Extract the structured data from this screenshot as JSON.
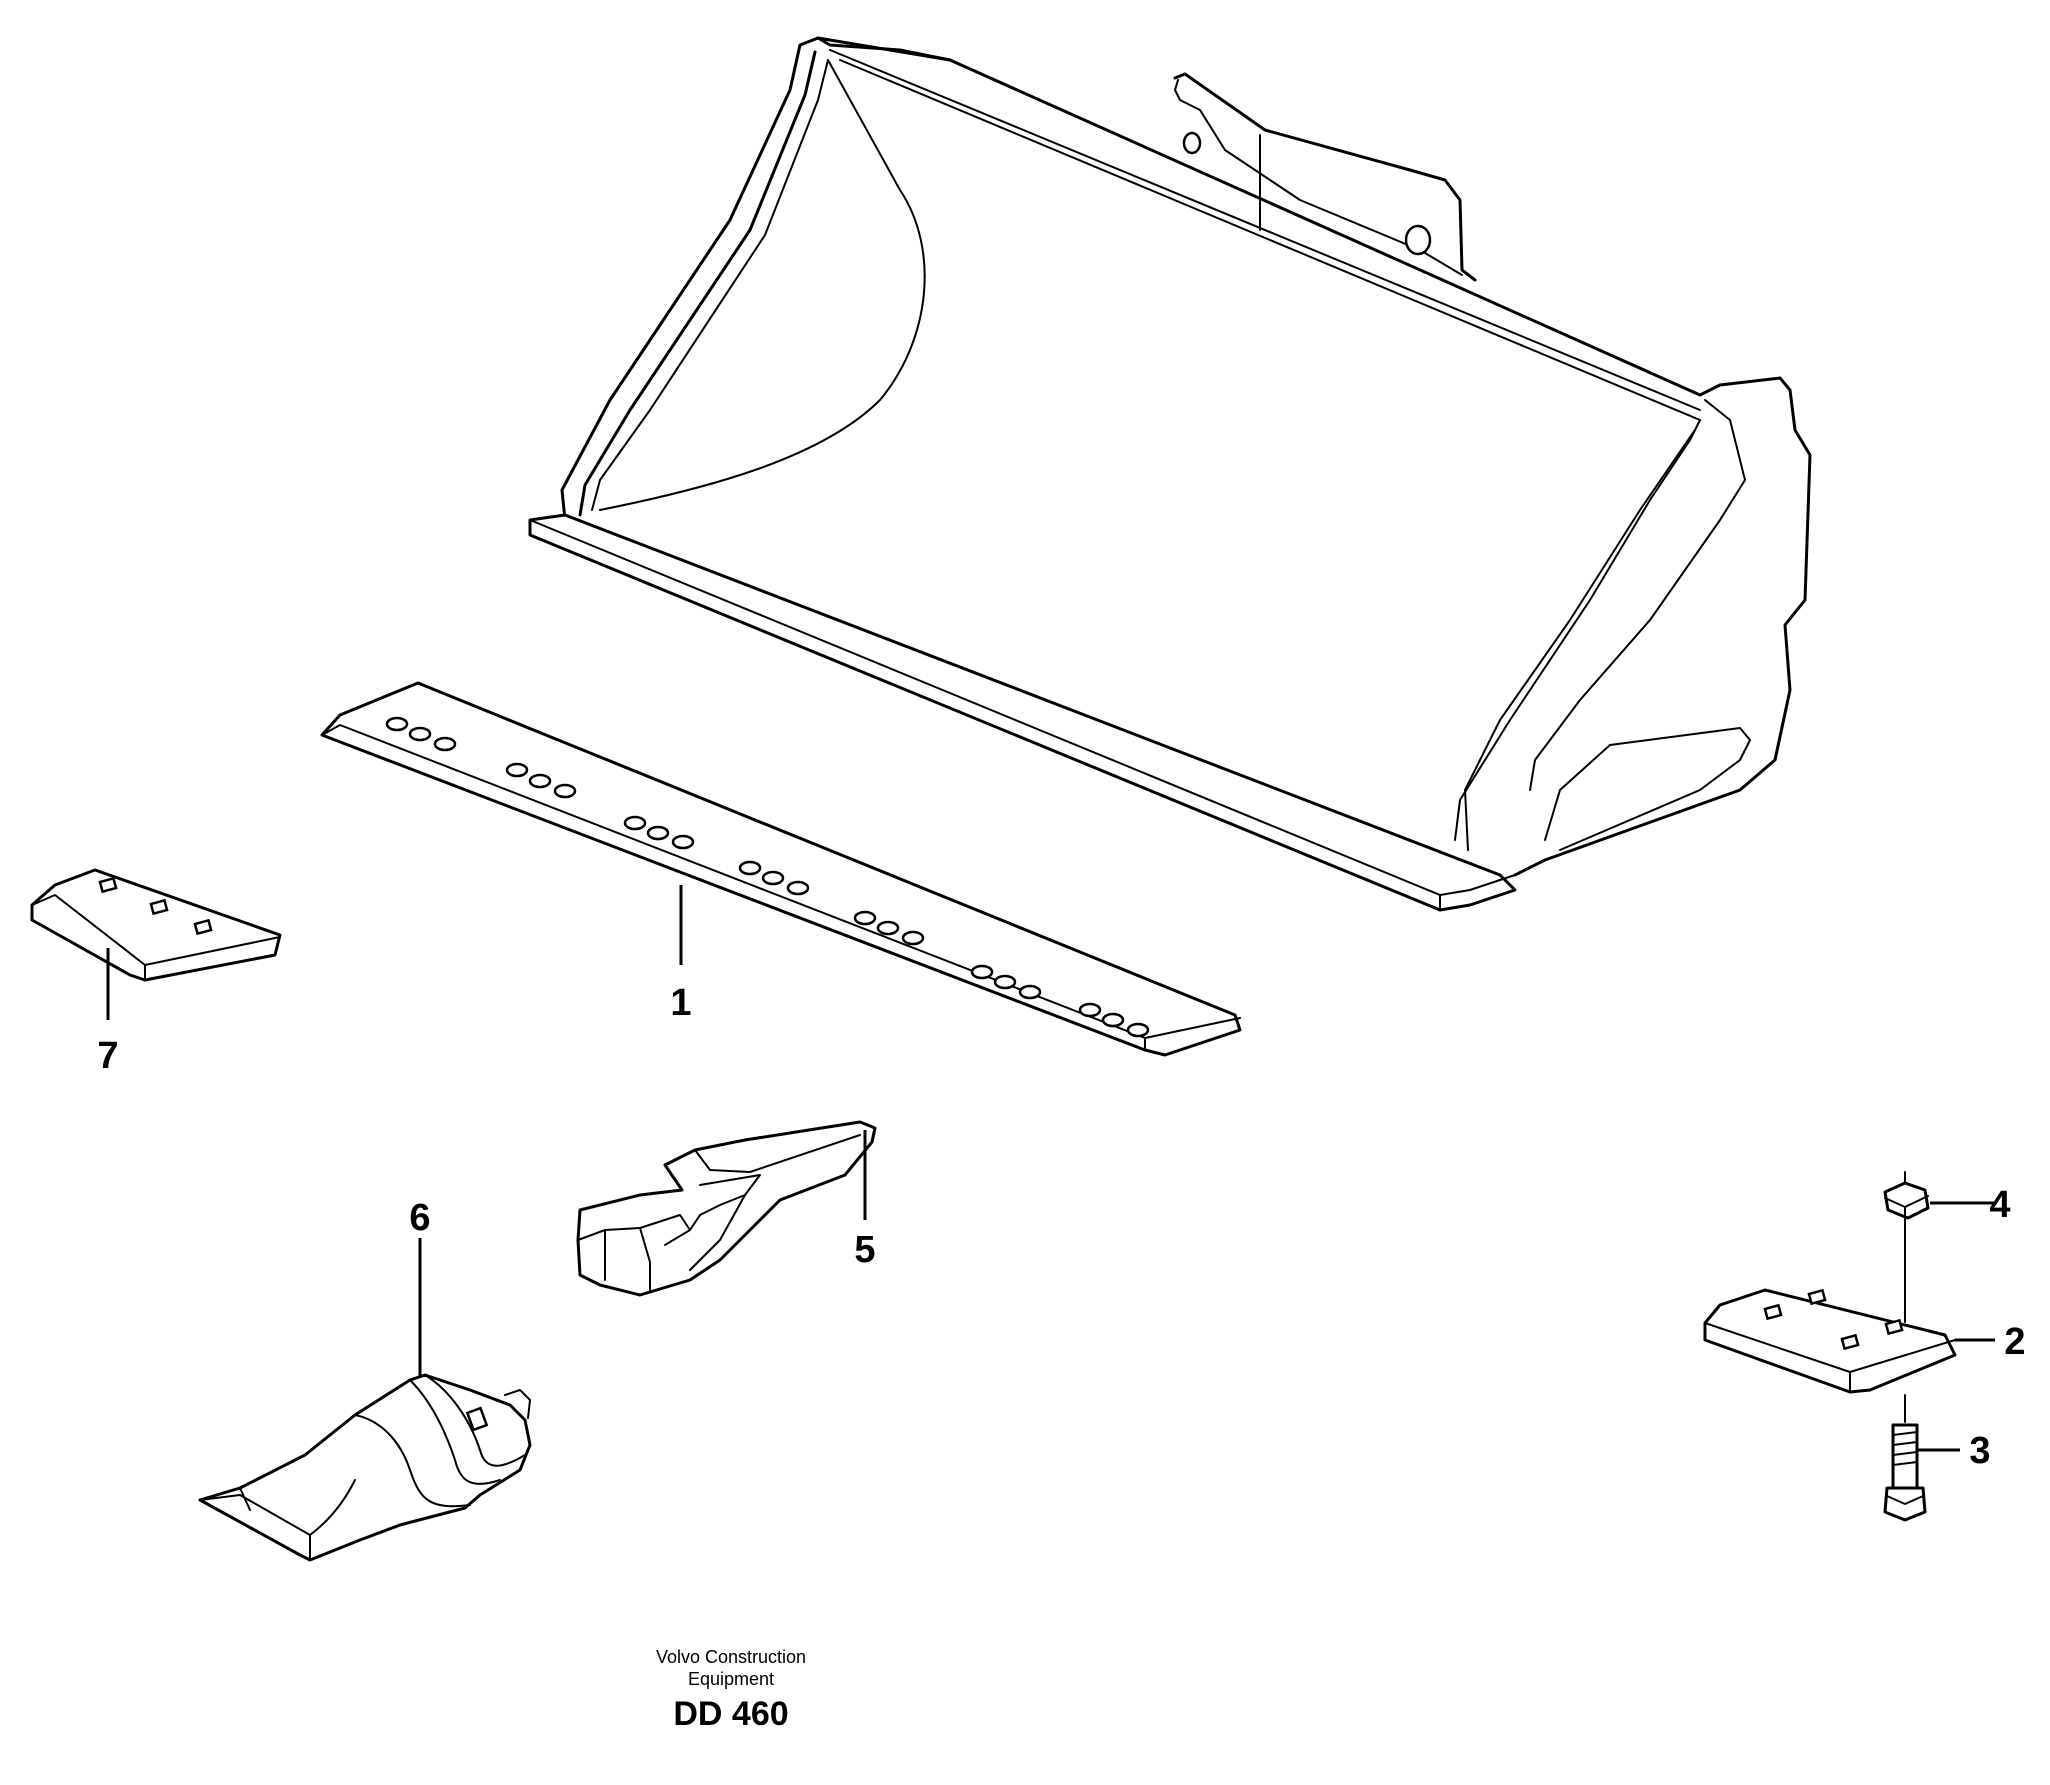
{
  "diagram": {
    "callouts": [
      {
        "id": "1",
        "label": "1"
      },
      {
        "id": "2",
        "label": "2"
      },
      {
        "id": "3",
        "label": "3"
      },
      {
        "id": "4",
        "label": "4"
      },
      {
        "id": "5",
        "label": "5"
      },
      {
        "id": "6",
        "label": "6"
      },
      {
        "id": "7",
        "label": "7"
      }
    ],
    "footer": {
      "manufacturer_line1": "Volvo Construction",
      "manufacturer_line2": "Equipment",
      "document_number": "DD 460"
    }
  }
}
